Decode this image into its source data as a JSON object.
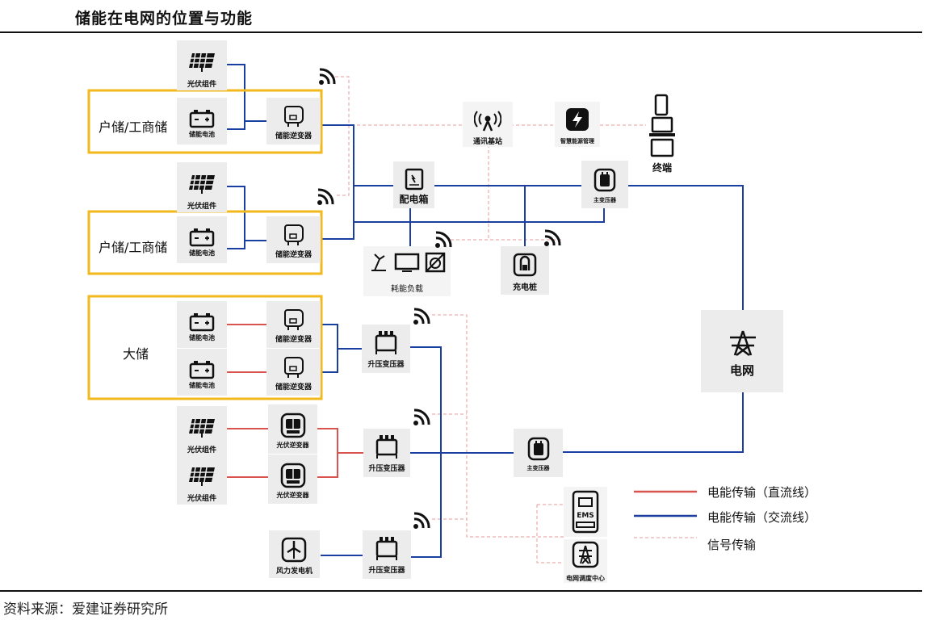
{
  "title": "储能在电网的位置与功能",
  "source": "资料来源：爱建证券研究所",
  "colors": {
    "dc": "#d9534f",
    "ac": "#1a3fa0",
    "signal": "#e89a9a",
    "group": "#f2b81c",
    "node": "#ececec"
  },
  "groups": {
    "res1": "户储/工商储",
    "res2": "户储/工商储",
    "large": "大储"
  },
  "labels": {
    "pv": "光伏组件",
    "battery": "储能电池",
    "ess_inverter": "储能逆变器",
    "pv_inverter": "光伏逆变器",
    "boost_transformer": "升压变压器",
    "main_transformer": "主变压器",
    "distribution_box": "配电箱",
    "comm_station": "通讯基站",
    "smart_energy": "智慧能源管理",
    "terminal": "终端",
    "load": "耗能负载",
    "charging_pile": "充电桩",
    "grid": "电网",
    "wind": "风力发电机",
    "dispatch": "电网调度中心",
    "ems": "EMS"
  },
  "legend": {
    "dc": "电能传输（直流线）",
    "ac": "电能传输（交流线）",
    "signal": "信号传输"
  }
}
